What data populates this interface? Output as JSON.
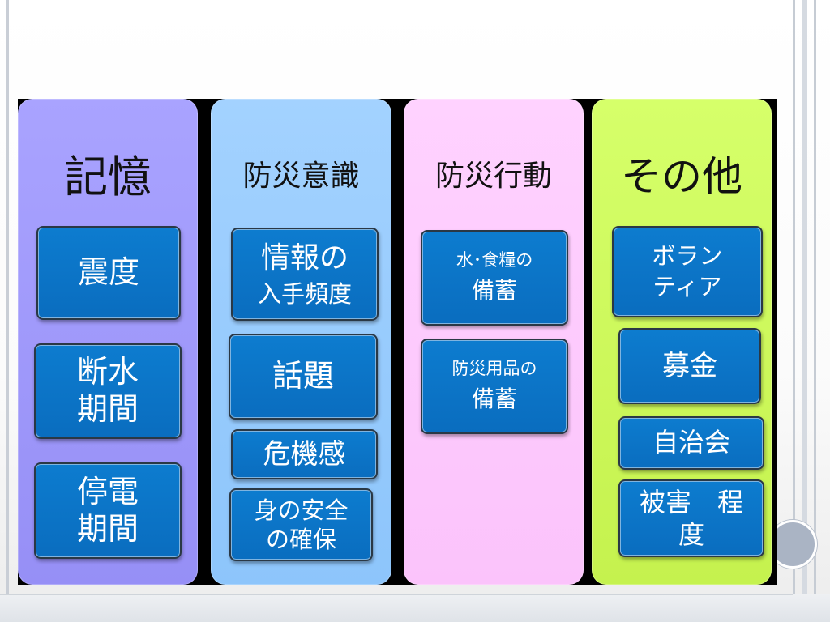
{
  "columns": [
    {
      "title": "記憶",
      "boxes": [
        {
          "lines": [
            "震度"
          ]
        },
        {
          "lines": [
            "断水",
            "期間"
          ]
        },
        {
          "lines": [
            "停電",
            "期間"
          ]
        }
      ]
    },
    {
      "title": "防災意識",
      "boxes": [
        {
          "lines": [
            "情報の",
            "入手頻度"
          ]
        },
        {
          "lines": [
            "話題"
          ]
        },
        {
          "lines": [
            "危機感"
          ]
        },
        {
          "lines": [
            "身の安全",
            "の確保"
          ]
        }
      ]
    },
    {
      "title": "防災行動",
      "boxes": [
        {
          "lines": [
            "水･食糧の",
            "備蓄"
          ]
        },
        {
          "lines": [
            "防災用品の",
            "備蓄"
          ]
        }
      ]
    },
    {
      "title": "その他",
      "boxes": [
        {
          "lines": [
            "ボラン",
            "ティア"
          ]
        },
        {
          "lines": [
            "募金"
          ]
        },
        {
          "lines": [
            "自治会"
          ]
        },
        {
          "lines": [
            "被害　程",
            "度"
          ]
        }
      ]
    }
  ],
  "colors": {
    "col1": "#9f98fb",
    "col2": "#98ccfd",
    "col3": "#fccafc",
    "col4": "#cdf75a",
    "box": "#0b74c8",
    "diagram_background": "#000000"
  }
}
